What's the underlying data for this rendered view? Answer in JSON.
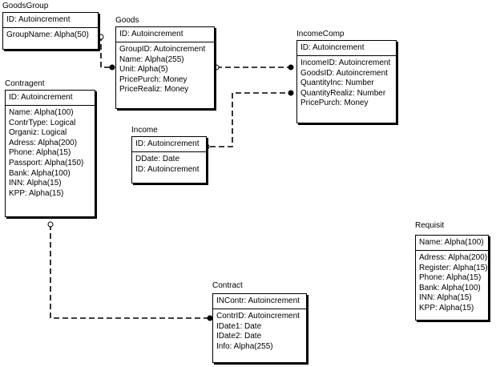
{
  "entities": {
    "goodsgroup": {
      "title": "GoodsGroup",
      "pk": "ID: Autoincrement",
      "attrs": [
        "GroupName: Alpha(50)"
      ]
    },
    "goods": {
      "title": "Goods",
      "pk": "ID: Autoincrement",
      "attrs": [
        "GroupID: Autoincrement",
        "Name: Alpha(255)",
        "Unit: Alpha(5)",
        "PricePurch: Money",
        "PriceRealiz: Money"
      ]
    },
    "incomecomp": {
      "title": "IncomeComp",
      "pk": "ID: Autoincrement",
      "attrs": [
        "IncomeID: Autoincrement",
        "GoodsID: Autoincrement",
        "QuantityInc: Number",
        "QuantityRealiz: Number",
        "PricePurch: Money"
      ]
    },
    "contragent": {
      "title": "Contragent",
      "pk": "ID: Autoincrement",
      "attrs": [
        "Name: Alpha(100)",
        "ContrType: Logical",
        "Organiz: Logical",
        "Adress: Alpha(200)",
        "Phone: Alpha(15)",
        "Passport: Alpha(150)",
        "Bank: Alpha(100)",
        "INN: Alpha(15)",
        "KPP: Alpha(15)"
      ]
    },
    "income": {
      "title": "Income",
      "pk": "ID: Autoincrement",
      "attrs": [
        "DDate: Date",
        "ID: Autoincrement"
      ]
    },
    "requisit": {
      "title": "Requisit",
      "pk": "Name: Alpha(100)",
      "attrs": [
        "Adress: Alpha(200)",
        "Register: Alpha(15)",
        "Phone: Alpha(15)",
        "Bank: Alpha(100)",
        "INN: Alpha(15)",
        "KPP: Alpha(15)"
      ]
    },
    "contract": {
      "title": "Contract",
      "pk": "INContr: Autoincrement",
      "attrs": [
        "ContrID: Autoincrement",
        "IDate1: Date",
        "IDate2: Date",
        "Info: Alpha(255)"
      ]
    }
  }
}
